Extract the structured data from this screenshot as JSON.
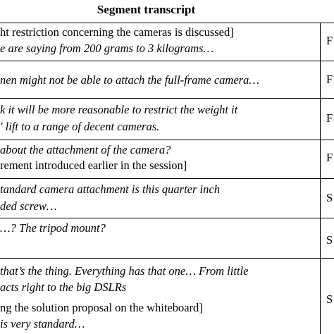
{
  "header": {
    "title": "Segment transcript"
  },
  "rows": [
    {
      "lines": [
        "ht restriction concerning the cameras is discussed]",
        "e are saying from 200 grams to 3 kilograms…"
      ],
      "code": "F"
    },
    {
      "lines": [
        "nen might not be able to attach the full-frame camera…"
      ],
      "code": "F"
    },
    {
      "lines": [
        "k it will be more reasonable to restrict the weight it",
        "' lift to a range of decent cameras."
      ],
      "code": "F"
    },
    {
      "lines": [
        "about the attachment of the camera?",
        "rement introduced earlier in the session]"
      ],
      "code": "F"
    },
    {
      "lines": [
        "tandard camera attachment is this quarter inch",
        "ded screw…"
      ],
      "code": "S"
    },
    {
      "lines": [
        "…? The tripod mount?"
      ],
      "code": "S"
    },
    {
      "lines": [
        " that’s the thing. Everything has that one… From little",
        "acts right to the big DSLRs",
        "ng the solution proposal on the whiteboard]",
        " is very standard…"
      ],
      "code": "S"
    }
  ]
}
